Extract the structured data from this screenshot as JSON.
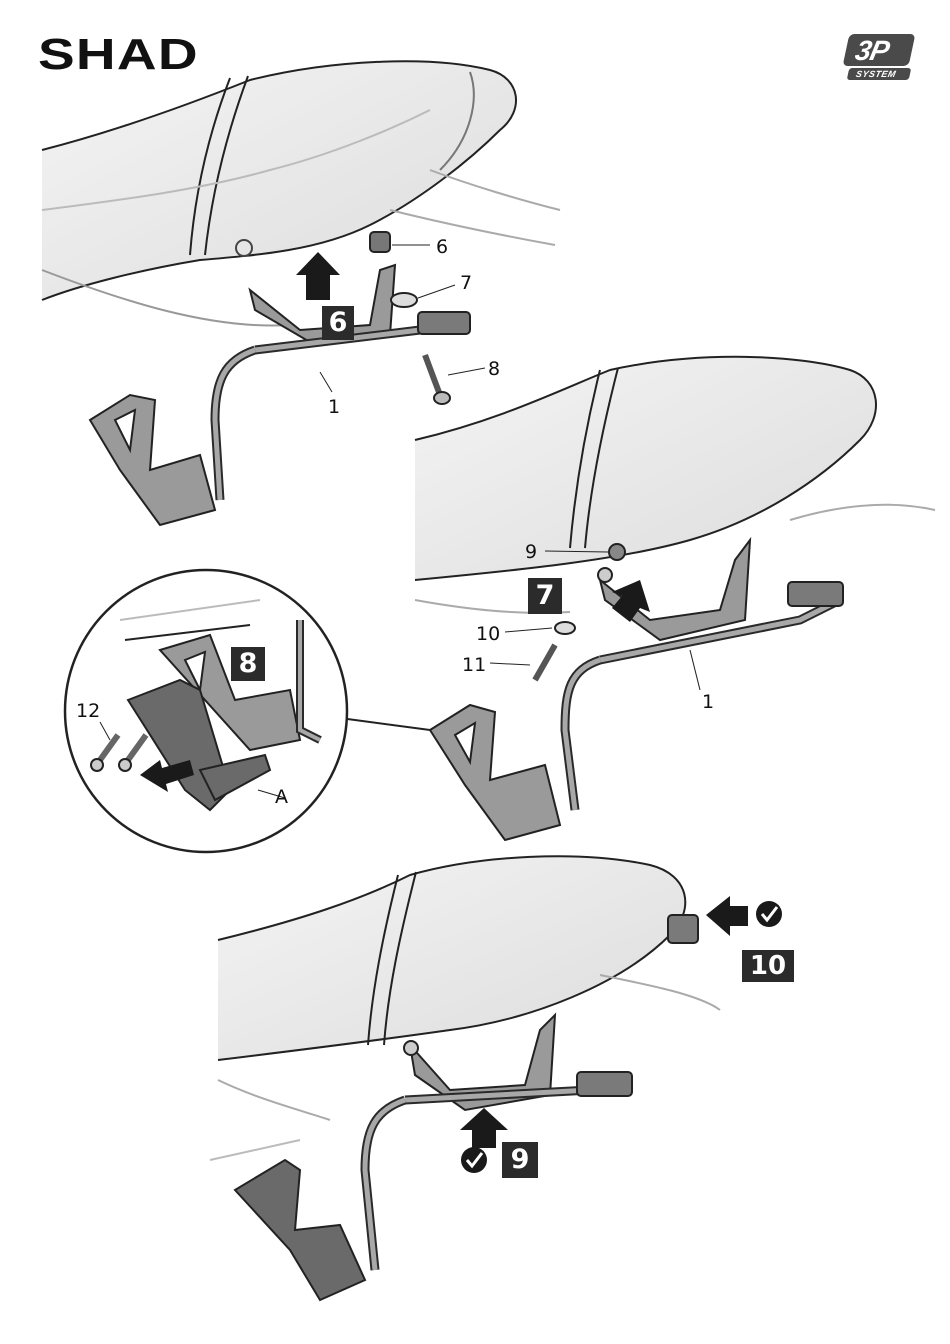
{
  "header": {
    "brand": "SHAD",
    "system_logo_main": "3P",
    "system_logo_sub": "SYSTEM"
  },
  "steps": {
    "step6": "6",
    "step7": "7",
    "step8": "8",
    "step9": "9",
    "step10": "10"
  },
  "callouts": {
    "part_6": "6",
    "part_7": "7",
    "part_8": "8",
    "part_1_top": "1",
    "part_9": "9",
    "part_10": "10",
    "part_11": "11",
    "part_1_mid": "1",
    "part_12": "12",
    "label_A": "A"
  },
  "icons": [
    "up-arrow-icon",
    "check-icon",
    "left-arrow-icon"
  ]
}
